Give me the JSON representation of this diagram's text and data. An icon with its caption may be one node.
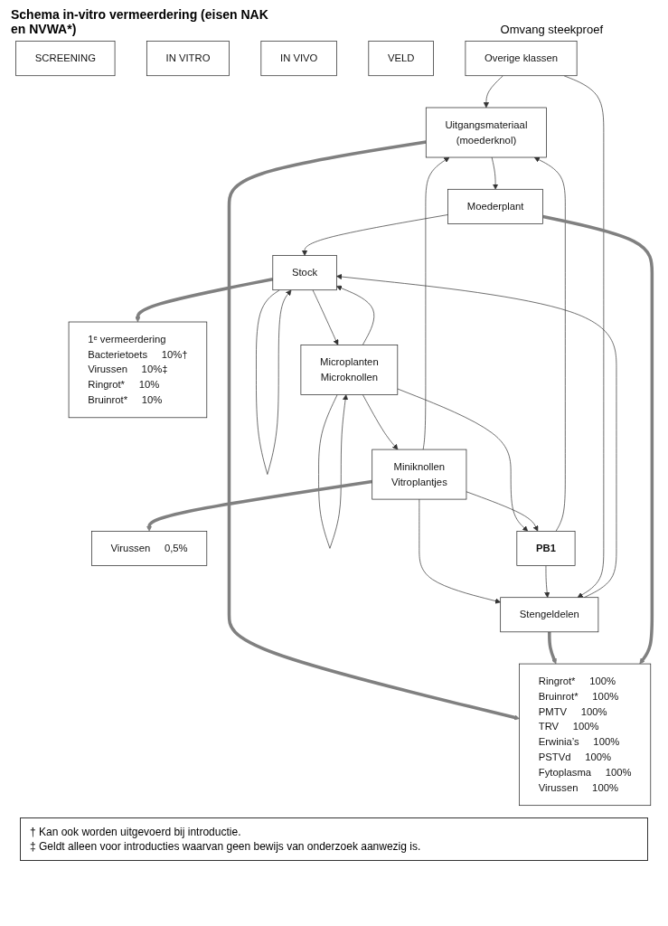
{
  "diagram": {
    "title": "Schema in-vitro vermeerdering (eisen NAK en NVWA*)",
    "nodes": [
      {
        "text": [
          "SCREENING"
        ]
      },
      {
        "text": [
          "IN VITRO"
        ]
      },
      {
        "text": [
          "IN VIVO"
        ]
      },
      {
        "text": [
          "VELD"
        ]
      },
      {
        "text": [
          "Uitgangsmateriaal",
          "(moederknol)"
        ]
      },
      {
        "text": [
          "Stengeldelen"
        ]
      },
      {
        "text": [
          "Moederplant"
        ]
      },
      {
        "text": [
          "Ringrot*",
          "100%",
          "Bruinrot*",
          "100%",
          "PMTV",
          "100%",
          "TRV",
          "100%",
          "Erwinia’s",
          "100%",
          "PSTVd",
          "100%",
          "Fytoplasma",
          "100%",
          "Virussen",
          "100%"
        ]
      },
      {
        "text": [
          "Stock"
        ]
      },
      {
        "text": [
          "1ᵉ vermeerdering",
          "Bacterietoets",
          "10%†",
          "Virussen",
          "10%‡",
          "Ringrot*",
          "10%",
          "Bruinrot*",
          "10%"
        ]
      },
      {
        "text": [
          "Microplanten",
          "Microknollen"
        ]
      },
      {
        "text": [
          "Miniknollen",
          "Vitroplantjes"
        ]
      },
      {
        "text": [
          "Virussen",
          "0,5%"
        ]
      },
      {
        "text": [
          "PB1"
        ]
      },
      {
        "text": [
          "Overige klassen"
        ]
      }
    ],
    "edges": [
      {
        "from": 11,
        "to": 4,
        "arrow": "to"
      },
      {
        "from": 11,
        "to": 5,
        "arrow": "to"
      },
      {
        "from": 13,
        "to": 4,
        "arrow": "to"
      },
      {
        "from": 13,
        "to": 5,
        "arrow": "to"
      },
      {
        "from": 14,
        "to": 4,
        "arrow": "to"
      },
      {
        "from": 14,
        "to": 5,
        "arrow": "to"
      },
      {
        "from": 4,
        "to": 6,
        "arrow": "to"
      },
      {
        "from": 5,
        "to": 8,
        "arrow": "to"
      },
      {
        "from": 6,
        "to": 8,
        "arrow": "to"
      },
      {
        "from": 8,
        "to": 8,
        "arrow": "to"
      },
      {
        "from": 8,
        "to": 10,
        "arrow": "to"
      },
      {
        "from": 10,
        "to": 8,
        "arrow": "to"
      },
      {
        "from": 10,
        "to": 10,
        "arrow": "to"
      },
      {
        "from": 10,
        "to": 11,
        "arrow": "to"
      },
      {
        "from": 10,
        "to": 13,
        "arrow": "to"
      },
      {
        "from": 11,
        "to": 13,
        "arrow": "to"
      },
      {
        "from": 4,
        "to": 7,
        "arrow": "to",
        "style": "thick",
        "color": "#808080"
      },
      {
        "from": 5,
        "to": 7,
        "arrow": "to",
        "style": "thick",
        "color": "#808080"
      },
      {
        "from": 6,
        "to": 7,
        "arrow": "to",
        "style": "thick",
        "color": "#808080"
      },
      {
        "from": 8,
        "to": 9,
        "arrow": "to",
        "style": "thick",
        "color": "#808080"
      },
      {
        "from": 11,
        "to": 12,
        "arrow": "to",
        "style": "thick",
        "color": "#808080"
      }
    ],
    "labels": [
      "Omvang steekproef",
      "† Kan ook worden uitgevoerd bij introductie.",
      "‡ Geldt alleen voor introducties waarvan geen bewijs van onderzoek aanwezig is."
    ]
  }
}
